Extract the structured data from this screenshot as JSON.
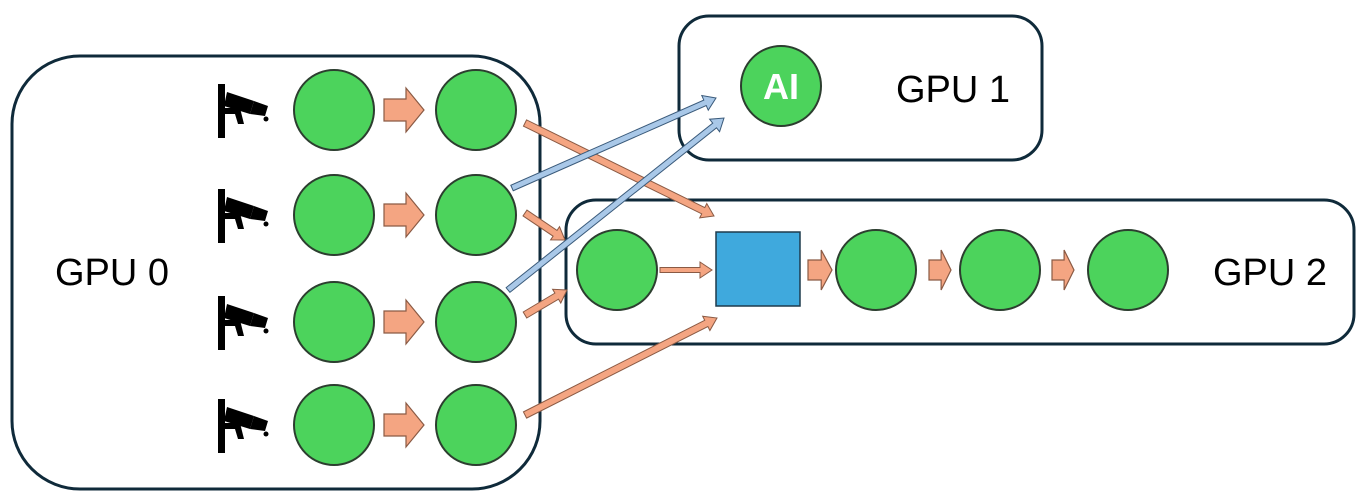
{
  "groups": {
    "gpu0": {
      "label": "GPU 0"
    },
    "gpu1": {
      "label": "GPU 1"
    },
    "gpu2": {
      "label": "GPU 2"
    }
  },
  "ai_node": {
    "label": "AI"
  },
  "colors": {
    "node_fill": "#4cd35c",
    "node_stroke": "#2c3e2f",
    "block_arrow_fill": "#f4a582",
    "block_arrow_stroke": "#8a5a44",
    "box_stroke": "#0f2a3a",
    "square_fill": "#3fa9dd",
    "blue_arrow_fill": "#a9c8e8",
    "blue_arrow_stroke": "#3a5a7a",
    "salmon_arrow_fill": "#f4a582"
  },
  "icons": {
    "camera": "security-camera-icon"
  }
}
